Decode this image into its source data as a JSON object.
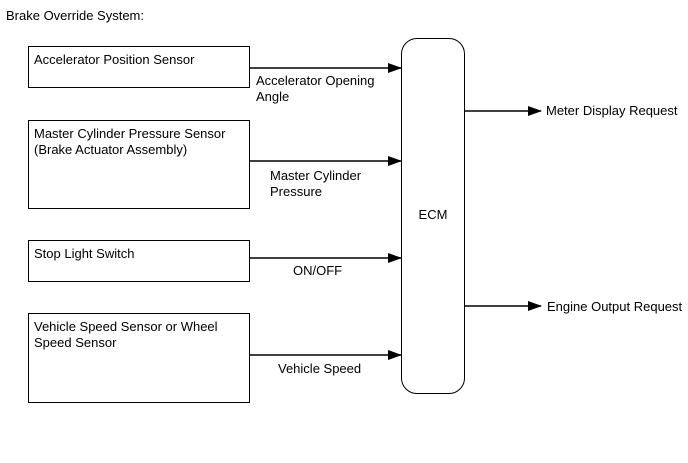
{
  "title": "Brake Override System:",
  "inputs": [
    {
      "name": [
        "Accelerator Position Sensor"
      ],
      "signal": [
        "Accelerator Opening",
        "Angle"
      ]
    },
    {
      "name": [
        "Master Cylinder Pressure Sensor",
        "(Brake Actuator Assembly)"
      ],
      "signal": [
        "Master Cylinder",
        "Pressure"
      ]
    },
    {
      "name": [
        "Stop Light Switch"
      ],
      "signal": [
        "ON/OFF"
      ]
    },
    {
      "name": [
        "Vehicle Speed Sensor or Wheel",
        "Speed Sensor"
      ],
      "signal": [
        "Vehicle Speed"
      ]
    }
  ],
  "ecm": {
    "label": "ECM"
  },
  "outputs": [
    {
      "label": "Meter Display Request"
    },
    {
      "label": "Engine Output Request"
    }
  ]
}
